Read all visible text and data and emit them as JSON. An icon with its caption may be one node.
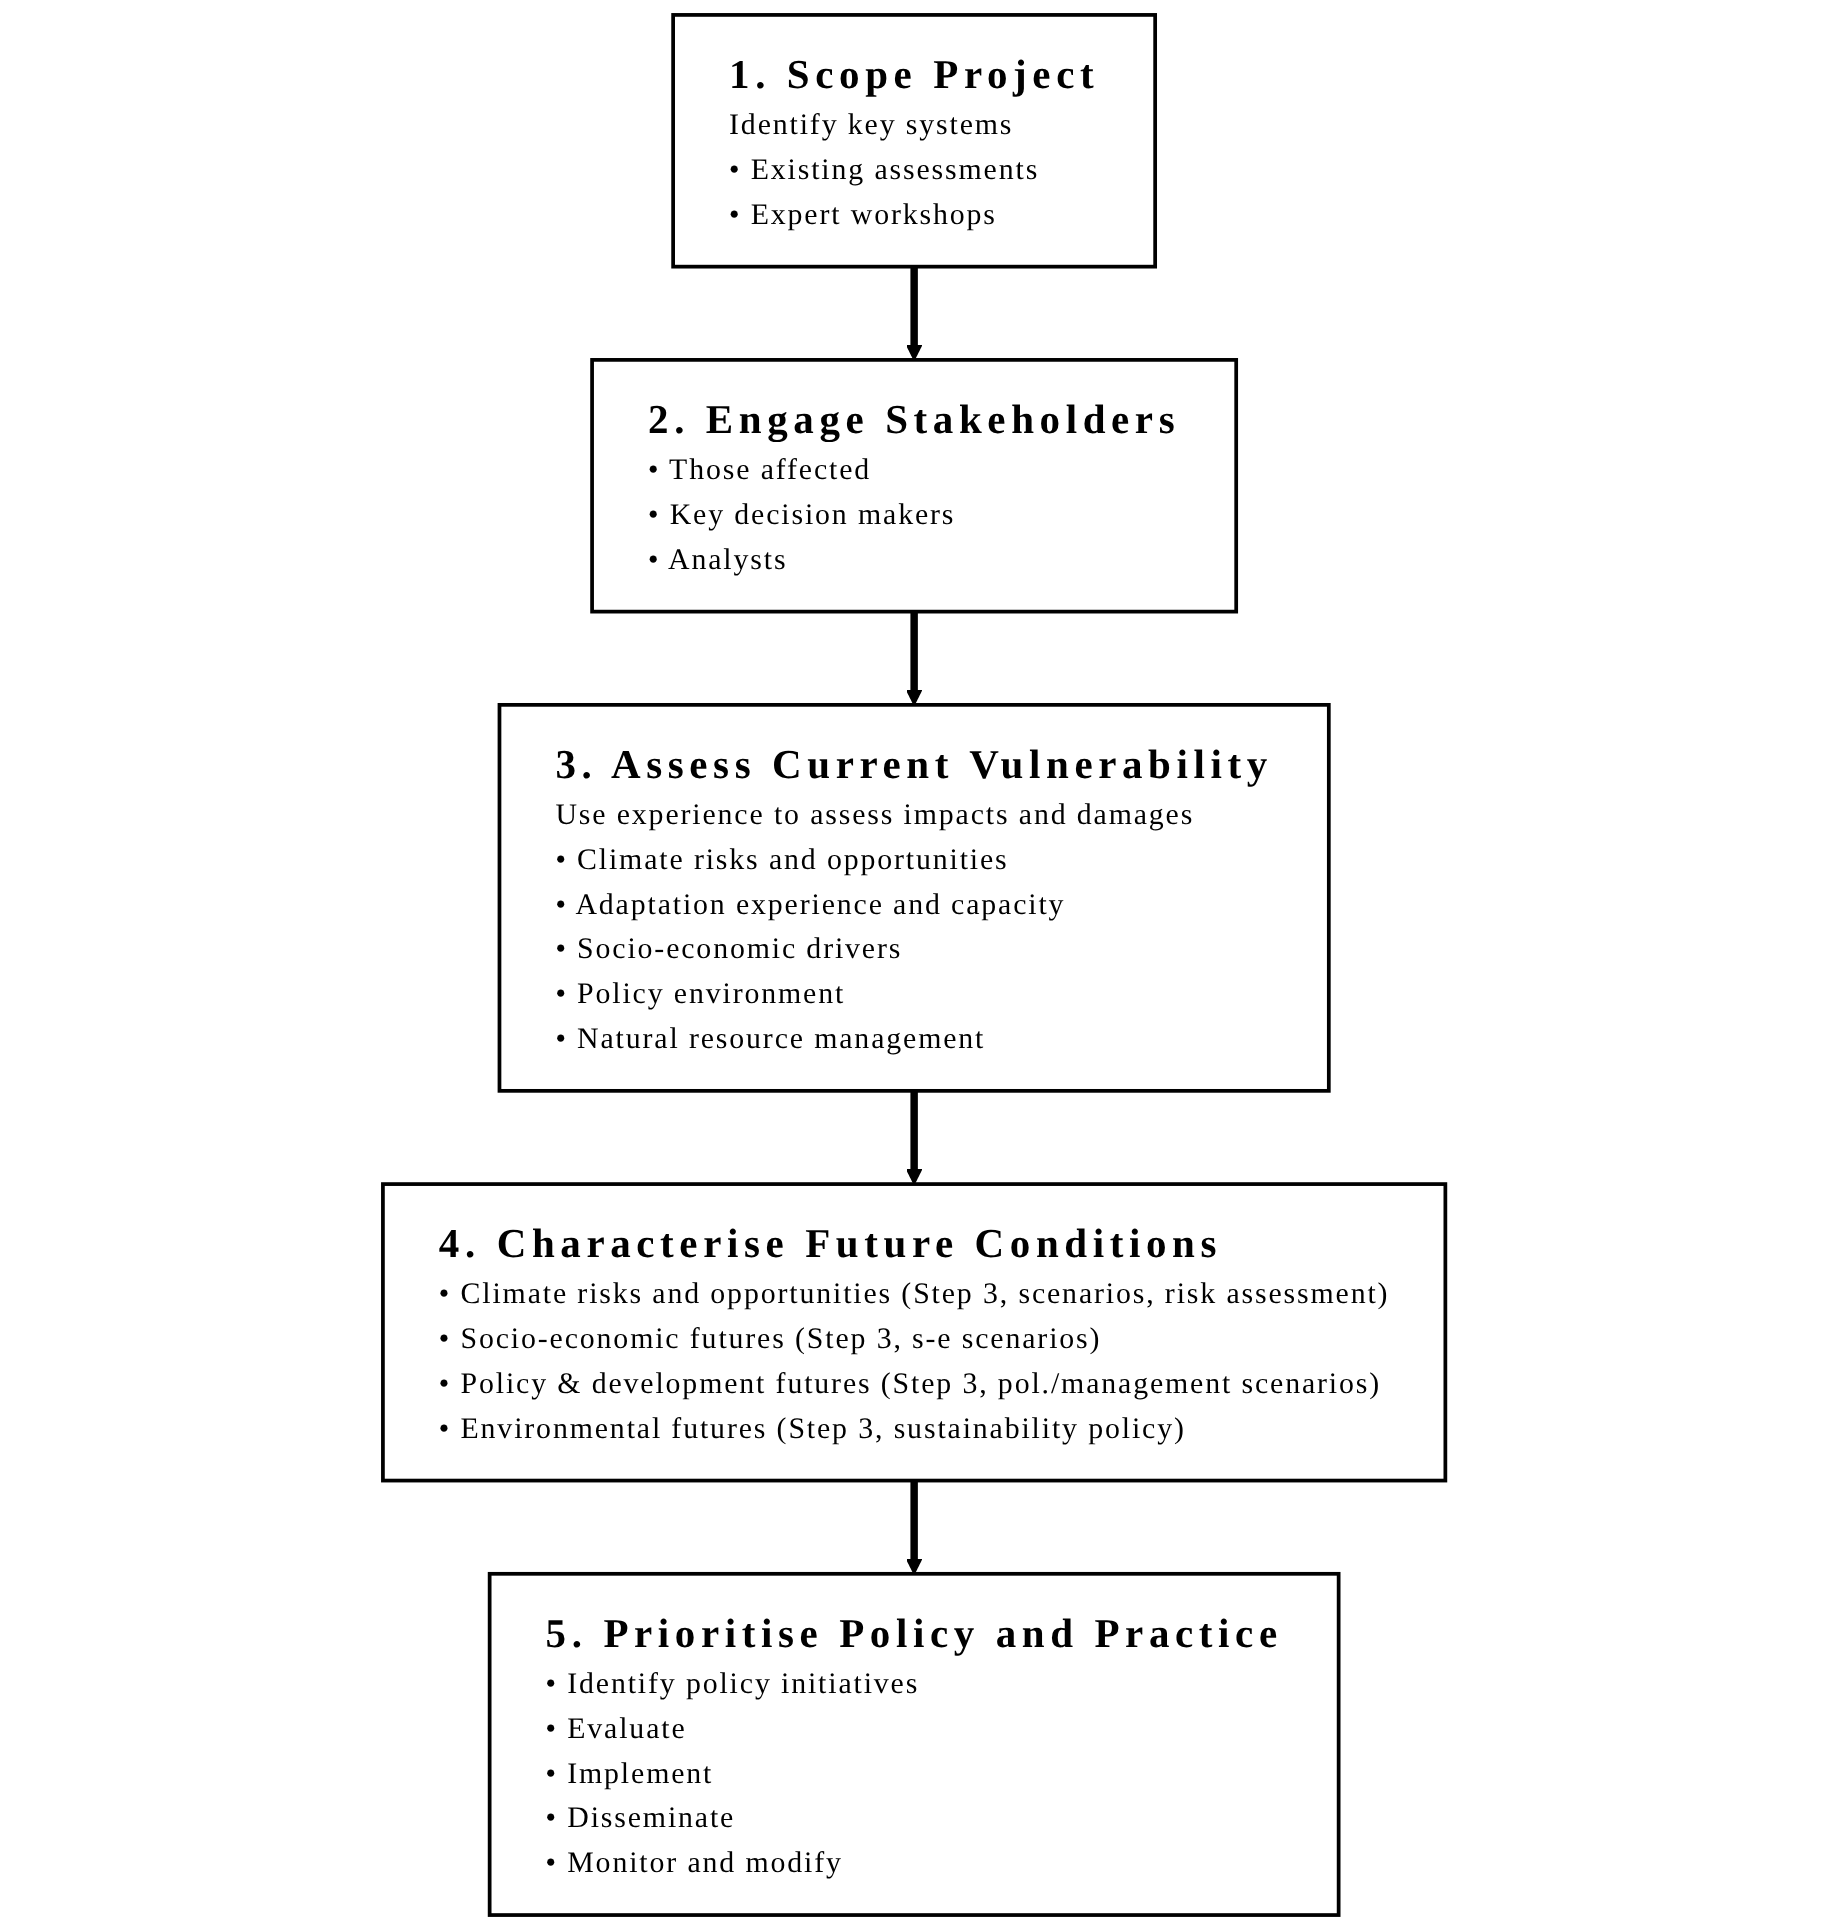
{
  "diagram": {
    "nodes": [
      {
        "text": [
          "1. Scope Project",
          "Identify key systems",
          "• Existing assessments",
          "• Expert workshops"
        ]
      },
      {
        "text": [
          "2. Engage Stakeholders",
          "• Those affected",
          "• Key decision makers",
          "• Analysts"
        ]
      },
      {
        "text": [
          "3. Assess Current Vulnerability",
          "Use experience to assess impacts and damages",
          "• Climate risks and opportunities",
          "• Adaptation experience and capacity",
          "• Socio-economic drivers",
          "• Policy environment",
          "• Natural resource management"
        ]
      },
      {
        "text": [
          "4. Characterise Future Conditions",
          "• Climate risks and opportunities (Step 3, scenarios, risk assessment)",
          "• Socio-economic futures (Step 3, s-e scenarios)",
          "• Policy & development futures (Step 3, pol./management scenarios)",
          "• Environmental futures (Step 3, sustainability policy)"
        ]
      },
      {
        "text": [
          "5. Prioritise Policy and Practice",
          "• Identify policy initiatives",
          "• Evaluate",
          "• Implement",
          "• Disseminate",
          "• Monitor and modify"
        ]
      }
    ],
    "edges": [
      {
        "from": 0,
        "to": 1,
        "arrow": "to"
      },
      {
        "from": 1,
        "to": 2,
        "arrow": "to"
      },
      {
        "from": 2,
        "to": 3,
        "arrow": "to"
      },
      {
        "from": 3,
        "to": 4,
        "arrow": "to"
      }
    ]
  }
}
